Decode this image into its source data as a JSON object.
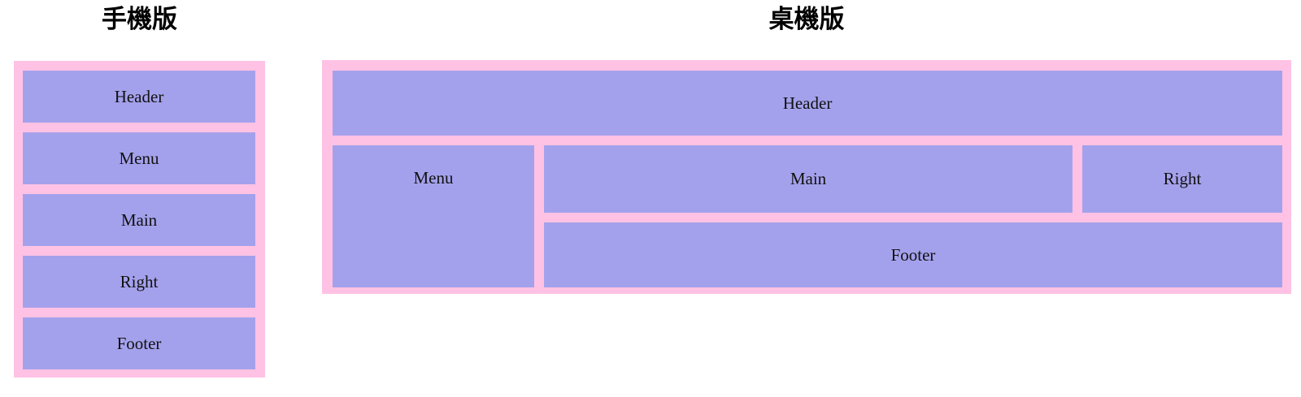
{
  "colors": {
    "container_pink": "#ffc2e4",
    "box_purple": "#a4a1ec",
    "label_text": "#111111",
    "title_text": "#000000"
  },
  "mobile": {
    "title": "手機版",
    "boxes": [
      {
        "label": "Header"
      },
      {
        "label": "Menu"
      },
      {
        "label": "Main"
      },
      {
        "label": "Right"
      },
      {
        "label": "Footer"
      }
    ]
  },
  "desktop": {
    "title": "桌機版",
    "header_label": "Header",
    "menu_label": "Menu",
    "main_label": "Main",
    "right_label": "Right",
    "footer_label": "Footer"
  }
}
